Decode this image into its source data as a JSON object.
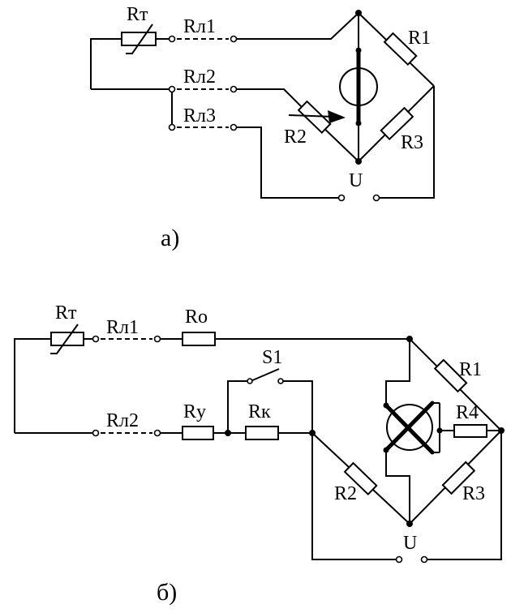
{
  "diagram_a": {
    "caption": "а)",
    "labels": {
      "rt": "Rт",
      "rl1": "Rл1",
      "rl2": "Rл2",
      "rl3": "Rл3",
      "r1": "R1",
      "r2": "R2",
      "r3": "R3",
      "u": "U"
    }
  },
  "diagram_b": {
    "caption": "б)",
    "labels": {
      "rt": "Rт",
      "rl1": "Rл1",
      "ro": "Ro",
      "s1": "S1",
      "rl2": "Rл2",
      "ry": "Rу",
      "rk": "Rк",
      "r1": "R1",
      "r2": "R2",
      "r3": "R3",
      "r4": "R4",
      "u": "U"
    }
  }
}
